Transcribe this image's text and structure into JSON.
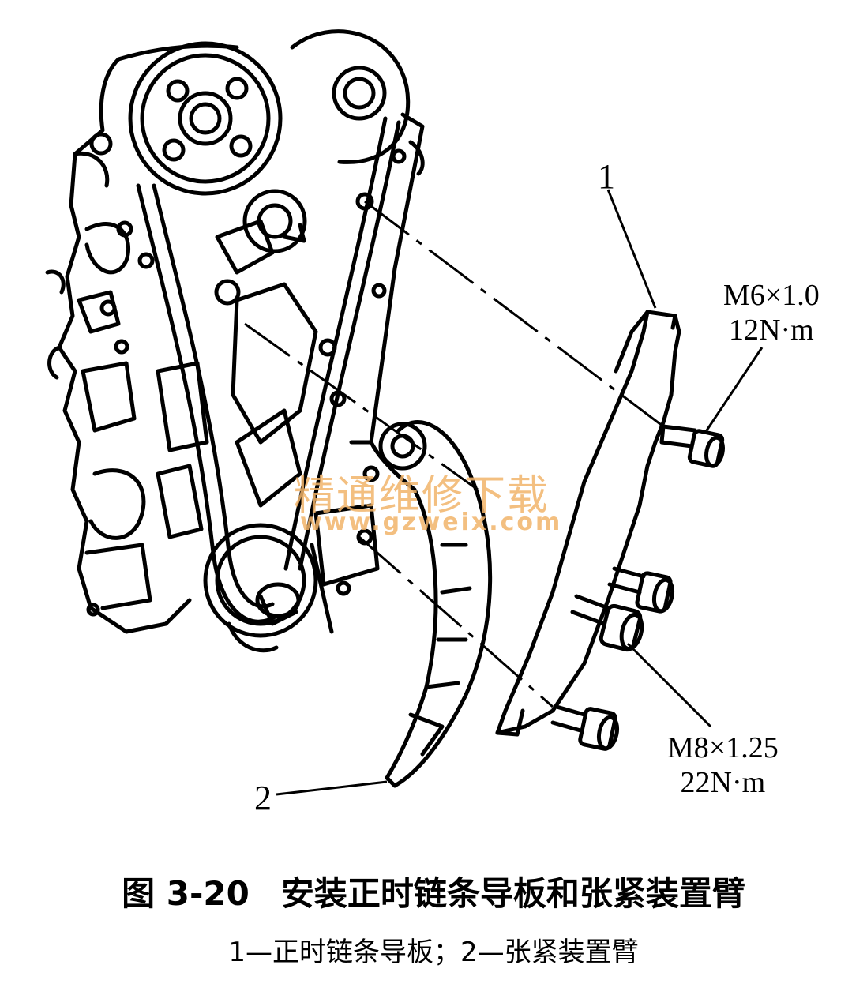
{
  "figure": {
    "callouts": {
      "part1": "1",
      "part2": "2",
      "bolt_small_size": "M6×1.0",
      "bolt_small_torque": "12N·m",
      "bolt_large_size": "M8×1.25",
      "bolt_large_torque": "22N·m"
    },
    "watermark": {
      "text": "精通维修下载",
      "url": "www.gzweix.com"
    }
  },
  "caption": {
    "figure_number": "图 3-20",
    "title": "安装正时链条导板和张紧装置臂",
    "legend": "1—正时链条导板；2—张紧装置臂"
  }
}
